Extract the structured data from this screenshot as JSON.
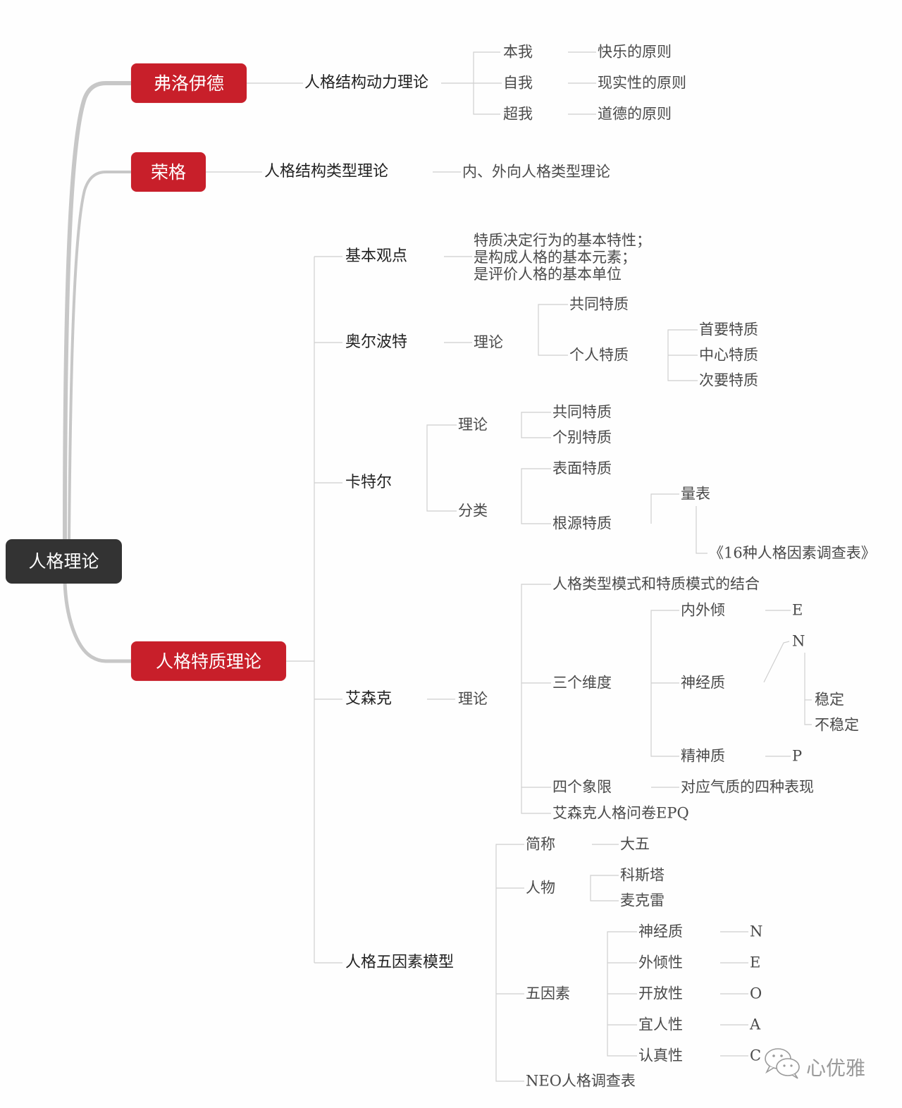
{
  "root": {
    "label": "人格理论"
  },
  "freud": {
    "label": "弗洛伊德",
    "theory": "人格结构动力理论",
    "parts": [
      {
        "label": "本我",
        "principle": "快乐的原则"
      },
      {
        "label": "自我",
        "principle": "现实性的原则"
      },
      {
        "label": "超我",
        "principle": "道德的原则"
      }
    ]
  },
  "jung": {
    "label": "荣格",
    "theory": "人格结构类型理论",
    "detail": "内、外向人格类型理论"
  },
  "trait": {
    "label": "人格特质理论",
    "basic": {
      "label": "基本观点",
      "text": "特质决定行为的基本特性；\n是构成人格的基本元素；\n是评价人格的基本单位"
    },
    "allport": {
      "label": "奥尔波特",
      "theory": "理论",
      "common": "共同特质",
      "personal": "个人特质",
      "personal_children": [
        "首要特质",
        "中心特质",
        "次要特质"
      ]
    },
    "cattell": {
      "label": "卡特尔",
      "theory": "理论",
      "theory_children": [
        "共同特质",
        "个别特质"
      ],
      "classification": "分类",
      "surface": "表面特质",
      "source": "根源特质",
      "scale": "量表",
      "questionnaire": "《16种人格因素调查表》"
    },
    "eysenck": {
      "label": "艾森克",
      "theory": "理论",
      "combination": "人格类型模式和特质模式的结合",
      "dimensions": "三个维度",
      "extraversion": {
        "label": "内外倾",
        "code": "E"
      },
      "neuroticism": {
        "label": "神经质",
        "code": "N",
        "children": [
          "稳定",
          "不稳定"
        ]
      },
      "psychoticism": {
        "label": "精神质",
        "code": "P"
      },
      "quadrants": "四个象限",
      "quadrants_detail": "对应气质的四种表现",
      "epq": "艾森克人格问卷EPQ"
    },
    "big5": {
      "label": "人格五因素模型",
      "short_name": "简称",
      "short_value": "大五",
      "people": "人物",
      "people_list": [
        "科斯塔",
        "麦克雷"
      ],
      "factors_label": "五因素",
      "factors": [
        {
          "label": "神经质",
          "code": "N"
        },
        {
          "label": "外倾性",
          "code": "E"
        },
        {
          "label": "开放性",
          "code": "O"
        },
        {
          "label": "宜人性",
          "code": "A"
        },
        {
          "label": "认真性",
          "code": "C"
        }
      ],
      "neo": "NEO人格调查表"
    }
  },
  "watermark": {
    "label": "心优雅",
    "icon": "wechat-icon"
  },
  "colors": {
    "root": "#333333",
    "main": "#c81f2a",
    "line": "#c8c8c8",
    "trunk": "#bdbdbd"
  }
}
